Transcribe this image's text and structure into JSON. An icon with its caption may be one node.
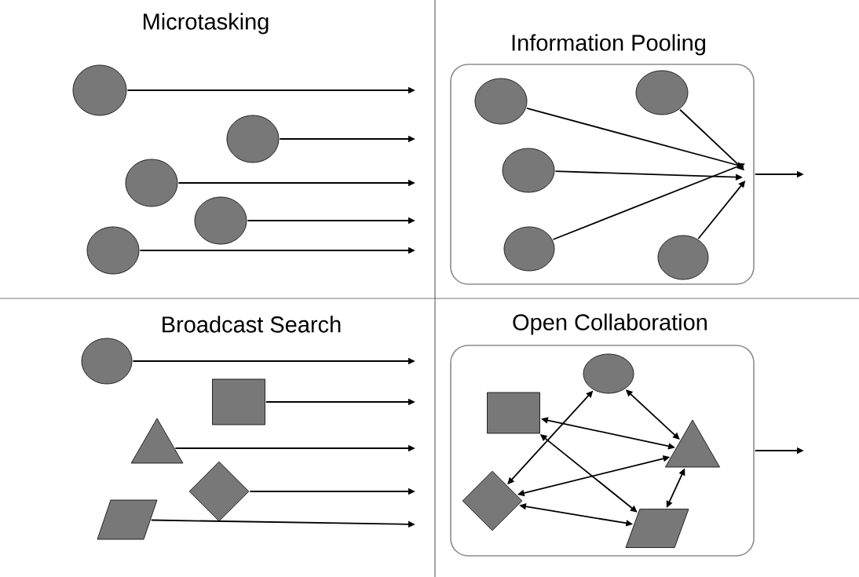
{
  "diagram": {
    "nodes": [
      {
        "text": [],
        "shape": "circle"
      },
      {
        "text": [],
        "shape": "circle"
      },
      {
        "text": [],
        "shape": "circle"
      },
      {
        "text": [],
        "shape": "circle"
      },
      {
        "text": [],
        "shape": "circle"
      },
      {
        "text": [],
        "shape": "box"
      },
      {
        "text": [],
        "shape": "circle",
        "in": 5
      },
      {
        "text": [],
        "shape": "circle",
        "in": 5
      },
      {
        "text": [],
        "shape": "circle",
        "in": 5
      },
      {
        "text": [],
        "shape": "circle",
        "in": 5
      },
      {
        "text": [],
        "shape": "circle",
        "in": 5
      },
      {
        "text": [],
        "shape": "circle"
      },
      {
        "text": [],
        "shape": "box"
      },
      {
        "text": [],
        "shape": "triangle"
      },
      {
        "text": [],
        "shape": "diamond"
      },
      {
        "text": [],
        "shape": "parallelogram"
      },
      {
        "text": [],
        "shape": "box"
      },
      {
        "text": [],
        "shape": "circle",
        "in": 16
      },
      {
        "text": [],
        "shape": "box",
        "in": 16
      },
      {
        "text": [],
        "shape": "triangle",
        "in": 16
      },
      {
        "text": [],
        "shape": "diamond",
        "in": 16
      },
      {
        "text": [],
        "shape": "parallelogram",
        "in": 16
      }
    ],
    "edges": [
      {
        "from": 0,
        "to": null,
        "arrow": "to"
      },
      {
        "from": 1,
        "to": null,
        "arrow": "to"
      },
      {
        "from": 2,
        "to": null,
        "arrow": "to"
      },
      {
        "from": 3,
        "to": null,
        "arrow": "to"
      },
      {
        "from": 4,
        "to": null,
        "arrow": "to"
      },
      {
        "from": 6,
        "to": null,
        "arrow": "to"
      },
      {
        "from": 7,
        "to": null,
        "arrow": "to"
      },
      {
        "from": 8,
        "to": null,
        "arrow": "to"
      },
      {
        "from": 9,
        "to": null,
        "arrow": "to"
      },
      {
        "from": 10,
        "to": null,
        "arrow": "to"
      },
      {
        "from": 5,
        "to": null,
        "arrow": "to"
      },
      {
        "from": 11,
        "to": null,
        "arrow": "to"
      },
      {
        "from": 12,
        "to": null,
        "arrow": "to"
      },
      {
        "from": 13,
        "to": null,
        "arrow": "to"
      },
      {
        "from": 14,
        "to": null,
        "arrow": "to"
      },
      {
        "from": 15,
        "to": null,
        "arrow": "to"
      },
      {
        "from": 17,
        "to": 20,
        "arrow": "both"
      },
      {
        "from": 17,
        "to": 19,
        "arrow": "both"
      },
      {
        "from": 18,
        "to": 19,
        "arrow": "both"
      },
      {
        "from": 18,
        "to": 21,
        "arrow": "both"
      },
      {
        "from": 19,
        "to": 20,
        "arrow": "both"
      },
      {
        "from": 19,
        "to": 21,
        "arrow": "both"
      },
      {
        "from": 20,
        "to": 21,
        "arrow": "both"
      },
      {
        "from": 16,
        "to": null,
        "arrow": "to"
      }
    ],
    "labels": [
      "Microtasking",
      "Information Pooling",
      "Broadcast Search",
      "Open Collaboration"
    ]
  }
}
